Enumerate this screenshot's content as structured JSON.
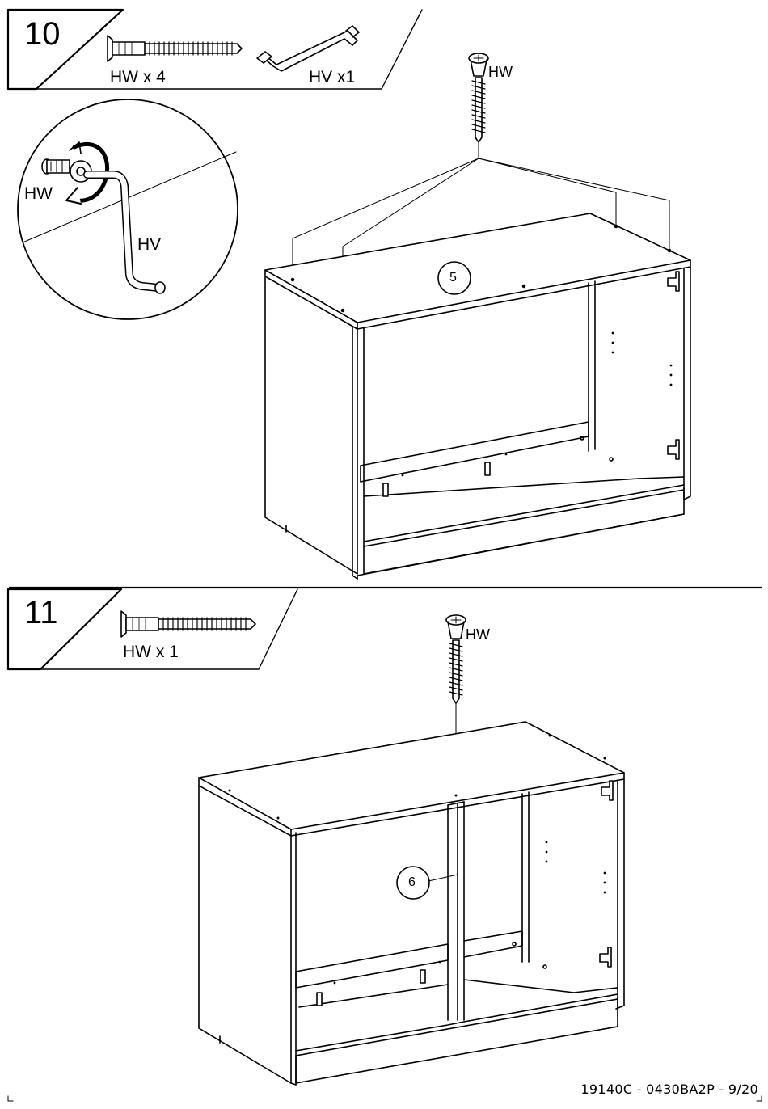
{
  "step10": {
    "number": "10",
    "parts": [
      {
        "label": "HW x  4",
        "icon": "cam-screw-icon"
      },
      {
        "label": "HV x1",
        "icon": "allen-key-icon"
      }
    ],
    "callout_screw": "HW",
    "detail": {
      "screw_label": "HW",
      "key_label": "HV"
    },
    "panel_number": "5"
  },
  "step11": {
    "number": "11",
    "parts": [
      {
        "label": "HW x  1",
        "icon": "cam-screw-icon"
      }
    ],
    "callout_screw": "HW",
    "panel_number": "6"
  },
  "footer": {
    "doc_code": "19140C - 0430BA2P - 9/20"
  }
}
